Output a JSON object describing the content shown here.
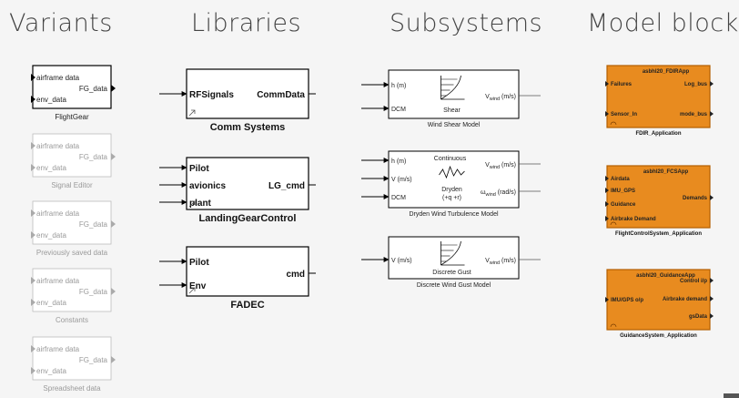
{
  "columns": {
    "variants": "Variants",
    "libraries": "Libraries",
    "subsystems": "Subsystems",
    "model_blocks": "Model blocks"
  },
  "variants": [
    {
      "in1": "airframe data",
      "in2": "env_data",
      "out": "FG_data",
      "caption": "FlightGear",
      "active": true
    },
    {
      "in1": "airframe data",
      "in2": "env_data",
      "out": "FG_data",
      "caption": "Signal Editor",
      "active": false
    },
    {
      "in1": "airframe data",
      "in2": "env_data",
      "out": "FG_data",
      "caption": "Previously saved data",
      "active": false
    },
    {
      "in1": "airframe data",
      "in2": "env_data",
      "out": "FG_data",
      "caption": "Constants",
      "active": false
    },
    {
      "in1": "airframe data",
      "in2": "env_data",
      "out": "FG_data",
      "caption": "Spreadsheet data",
      "active": false
    }
  ],
  "libraries": [
    {
      "inputs": [
        "RFSignals"
      ],
      "output": "CommData",
      "caption": "Comm Systems"
    },
    {
      "inputs": [
        "Pilot",
        "avionics",
        "plant"
      ],
      "output": "LG_cmd",
      "caption": "LandingGearControl"
    },
    {
      "inputs": [
        "Pilot",
        "Env"
      ],
      "output": "cmd",
      "caption": "FADEC"
    }
  ],
  "subsystems": [
    {
      "inputs": [
        "h (m)",
        "DCM"
      ],
      "icon_label": "Shear",
      "out_main": "V",
      "out_sub": "wind",
      "out_unit": " (m/s)",
      "caption": "Wind Shear Model"
    },
    {
      "inputs": [
        "h (m)",
        "V (m/s)",
        "DCM"
      ],
      "icon_top": "Continuous",
      "icon_label": "Dryden",
      "icon_label2": "(+q +r)",
      "out_main": "V",
      "out_sub": "wind",
      "out_unit": " (m/s)",
      "out2_main": "ω",
      "out2_sub": "wind",
      "out2_unit": " (rad/s)",
      "caption": "Dryden Wind Turbulence Model"
    },
    {
      "inputs": [
        "V (m/s)"
      ],
      "icon_label": "Discrete Gust",
      "out_main": "V",
      "out_sub": "wind",
      "out_unit": " (m/s)",
      "caption": "Discrete Wind Gust Model"
    }
  ],
  "model_blocks": [
    {
      "title": "asbhl20_FDIRApp",
      "inputs": [
        "Failures",
        "Sensor_In"
      ],
      "outputs": [
        "Log_bus",
        "mode_bus"
      ],
      "caption": "FDIR_Application"
    },
    {
      "title": "asbhl20_FCSApp",
      "inputs": [
        "Airdata",
        "IMU_GPS",
        "Guidance",
        "Airbrake Demand"
      ],
      "outputs": [
        "Demands"
      ],
      "caption": "FlightControlSystem_Application"
    },
    {
      "title": "asbhl20_GuidanceApp",
      "inputs": [
        "IMU/GPS o/p"
      ],
      "outputs": [
        "Control i/p",
        "Airbrake demand",
        "gsData"
      ],
      "caption": "GuidanceSystem_Application"
    }
  ],
  "colors": {
    "model_block_fill": "#e88b1f",
    "model_block_border": "#b35f00",
    "block_border": "#000000",
    "disabled_border": "#bdbdbd",
    "background": "#f5f5f5"
  }
}
